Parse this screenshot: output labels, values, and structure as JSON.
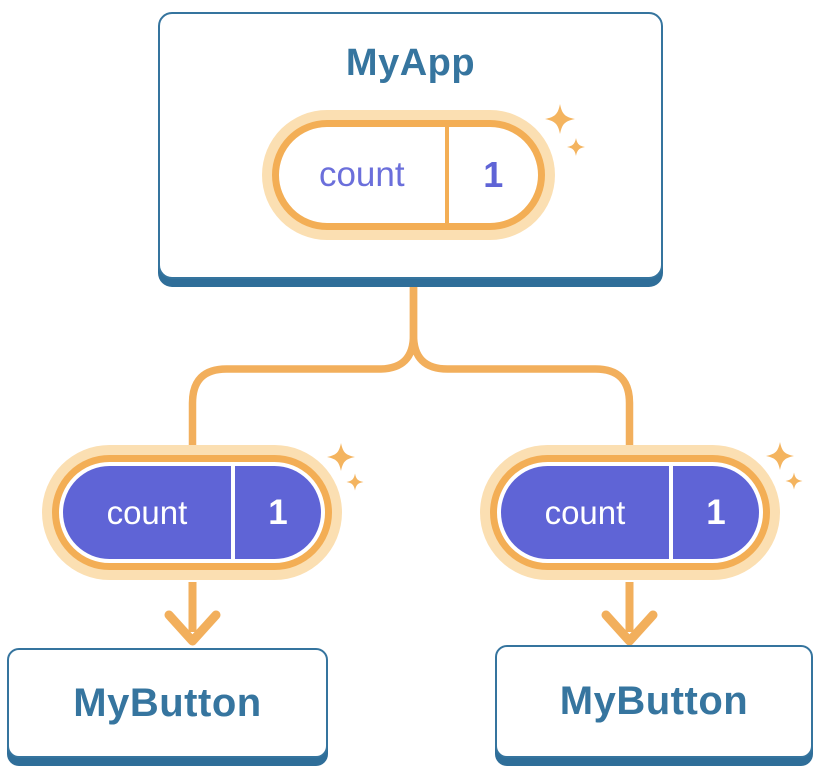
{
  "colors": {
    "card_border_blue": "#35749E",
    "card_shadow_blue": "#2F6E99",
    "title_blue": "#36759F",
    "line_orange": "#F2AF5C",
    "pill_ring_orange": "#F3AE55",
    "pill_glow": "#FBDFB2",
    "pill_purple": "#5F64D6",
    "pill_text_purple": "#6B6FDB",
    "sparkle_orange": "#F4B45F",
    "white": "#FFFFFF"
  },
  "diagram": {
    "root": {
      "title": "MyApp",
      "state": {
        "name": "count",
        "value": "1"
      }
    },
    "children": [
      {
        "title": "MyButton",
        "prop": {
          "name": "count",
          "value": "1"
        }
      },
      {
        "title": "MyButton",
        "prop": {
          "name": "count",
          "value": "1"
        }
      }
    ]
  }
}
